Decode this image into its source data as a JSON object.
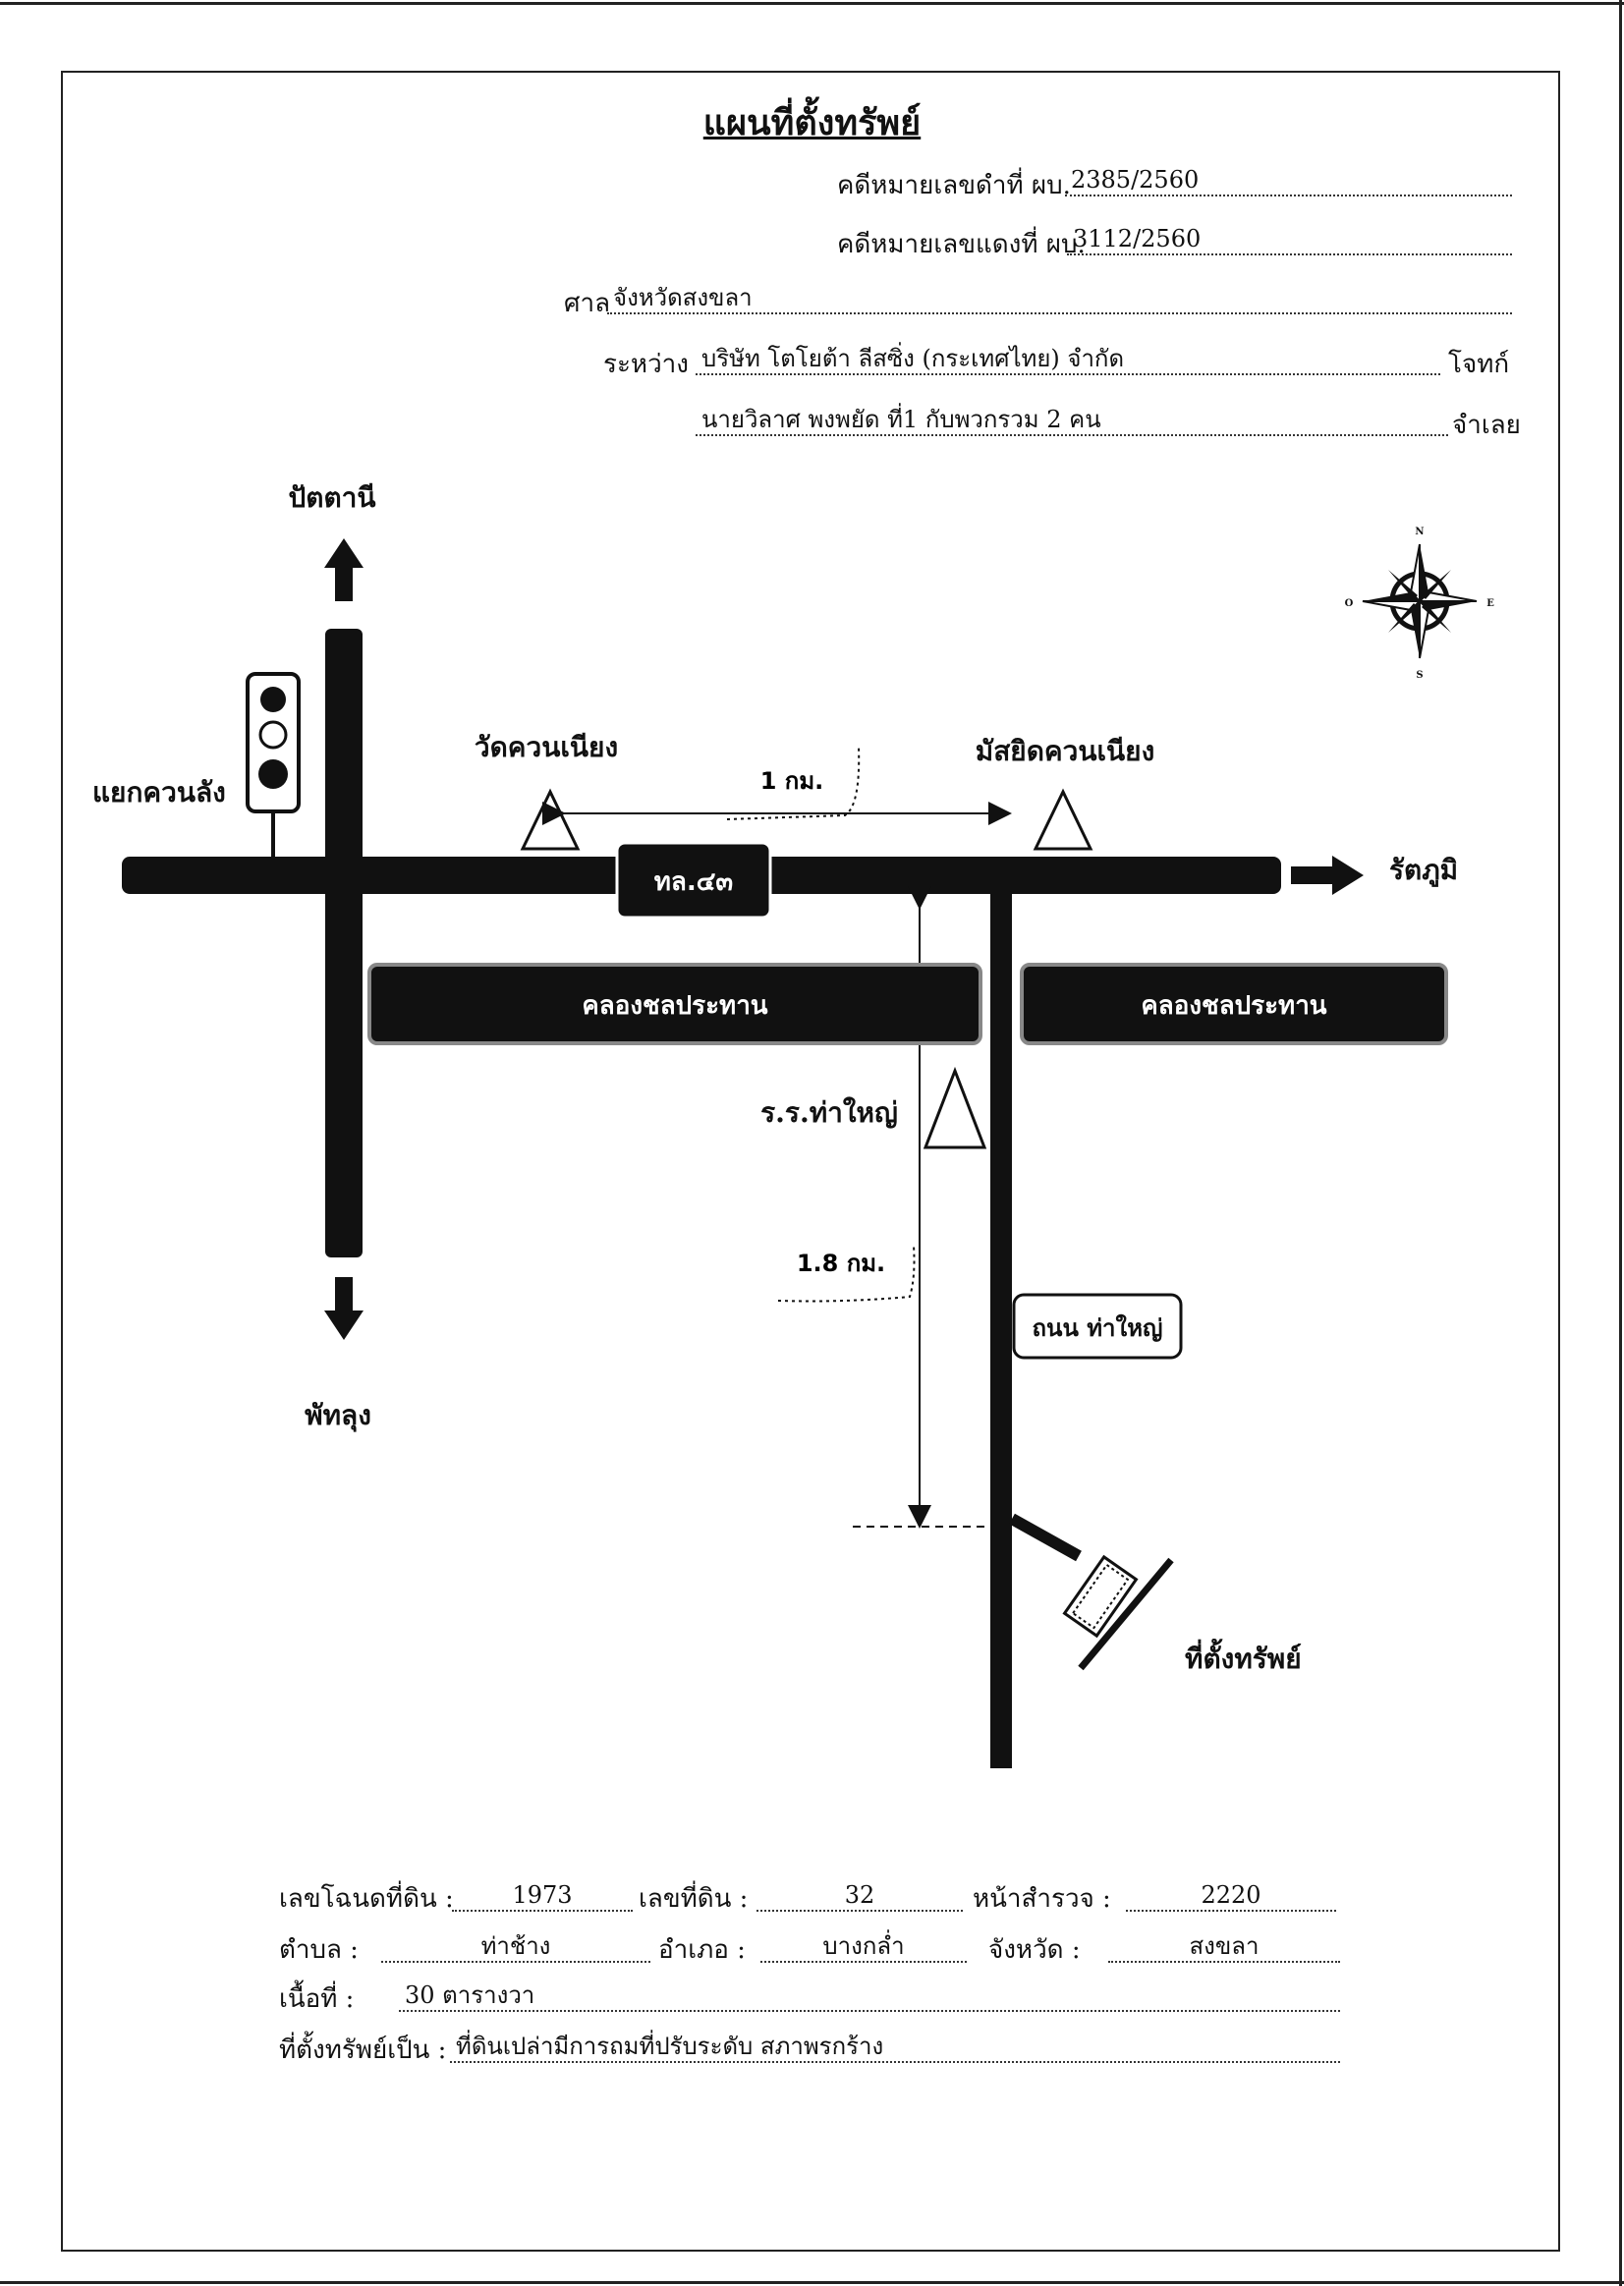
{
  "title": "แผนที่ตั้งทรัพย์",
  "case": {
    "black_label": "คดีหมายเลขดำที่ ผบ.",
    "black_no": "2385/2560",
    "red_label": "คดีหมายเลขแดงที่ ผบ.",
    "red_no": "3112/2560",
    "court_label": "ศาล",
    "court": "จังหวัดสงขลา",
    "between_label": "ระหว่าง",
    "plaintiff": "บริษัท โตโยต้า ลีสซิ่ง (กระเทศไทย) จำกัด",
    "plaintiff_role": "โจทก์",
    "defendant": "นายวิลาศ พงพยัด ที่1 กับพวกรวม 2 คน",
    "defendant_role": "จำเลย"
  },
  "map": {
    "north_dest": "ปัตตานี",
    "south_dest": "พัทลุง",
    "east_dest": "รัตภูมิ",
    "junction": "แยกควนลัง",
    "temple": "วัดควนเนียง",
    "mosque": "มัสยิดควนเนียง",
    "school": "ร.ร.ท่าใหญ่",
    "distance_1": "1 กม.",
    "distance_2": "1.8 กม.",
    "highway_sign": "ทล.๔๓",
    "canal_left": "คลองชลประทาน",
    "canal_right": "คลองชลประทาน",
    "road_name": "ถนน ท่าใหญ่",
    "property": "ที่ตั้งทรัพย์",
    "compass": {
      "n": "N",
      "s": "S",
      "e": "E",
      "w": "O"
    }
  },
  "deed": {
    "deed_no_label": "เลขโฉนดที่ดิน :",
    "deed_no": "1973",
    "land_no_label": "เลขที่ดิน :",
    "land_no": "32",
    "survey_label": "หน้าสำรวจ :",
    "survey_no": "2220",
    "subdistrict_label": "ตำบล :",
    "subdistrict": "ท่าช้าง",
    "district_label": "อำเภอ :",
    "district": "บางกล่ำ",
    "province_label": "จังหวัด :",
    "province": "สงขลา",
    "area_label": "เนื้อที่ :",
    "area": "30 ตารางวา",
    "type_label": "ที่ตั้งทรัพย์เป็น :",
    "type": "ที่ดินเปล่ามีการถมที่ปรับระดับ สภาพรกร้าง"
  },
  "colors": {
    "ink": "#111111",
    "paper": "#ffffff"
  }
}
